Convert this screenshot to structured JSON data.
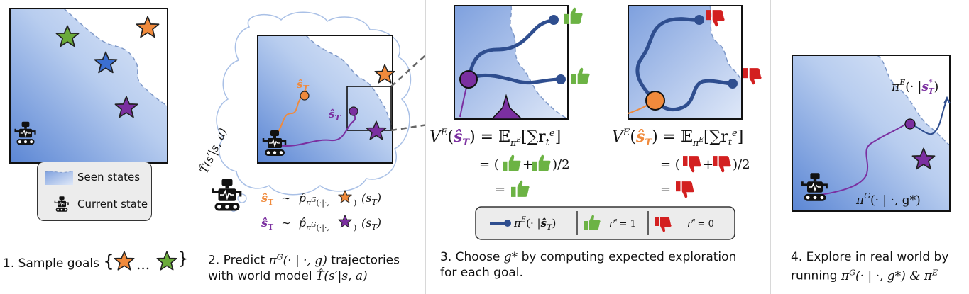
{
  "panel1": {
    "caption_prefix": "1.  Sample goals",
    "caption_set_open": "{",
    "caption_dots": "...",
    "caption_set_close": "}",
    "legend_seen": "Seen states",
    "legend_current": "Current state"
  },
  "panel2": {
    "caption_line1_a": "2. Predict",
    "caption_line1_pi": "π",
    "caption_line1_pi_sup": "G",
    "caption_line1_args": "(· | ·, g)",
    "caption_line1_b": "trajectories",
    "caption_line2_a": "with world model",
    "caption_line2_model": "T̂(s′|s, a)",
    "world_model_label": "T̂(s′|s, a)",
    "shat_label": "ŝ",
    "shat_sub": "T",
    "dist_line_a": "ŝ",
    "dist_line_tilde": "∼",
    "dist_p": "p̂",
    "dist_pi_sub": "π",
    "dist_pi_sup": "G",
    "dist_args": "(·|·,",
    "dist_close": ")",
    "dist_sT": "(s",
    "dist_sT_sub": "T",
    "dist_sT_close": ")"
  },
  "panel3": {
    "caption_line1_a": "3. Choose",
    "caption_gstar": "g*",
    "caption_line1_b": "by computing expected exploration",
    "caption_line2": "for each goal.",
    "value_V": "V",
    "value_V_sup": "E",
    "value_open": "(",
    "value_shat": "ŝ",
    "value_shat_sub": "T",
    "value_close": ") = 𝔼",
    "value_E_sub": "π",
    "value_E_sub_sup": "E",
    "value_sum": "[∑r",
    "value_sum_sub": "t",
    "value_sum_sup": "e",
    "value_sum_close": "]",
    "eq_avg_open": "= (",
    "eq_plus": "+",
    "eq_avg_close": ")/2",
    "eq_equals": "=",
    "legend_policy": "π",
    "legend_policy_sup": "E",
    "legend_policy_args": "(· |",
    "legend_policy_shat": "ŝ",
    "legend_policy_shat_sub": "T",
    "legend_policy_close": ")",
    "legend_r1": "r",
    "legend_r1_sup": "e",
    "legend_r1_val": "= 1",
    "legend_r0": "r",
    "legend_r0_sup": "e",
    "legend_r0_val": "= 0"
  },
  "panel4": {
    "caption_line1": "4. Explore  in real world by",
    "caption_line2_a": "running",
    "caption_line2_pi": "π",
    "caption_line2_pi_sup": "G",
    "caption_line2_args": "(· | ·, g*) &",
    "caption_line2_pi2": "π",
    "caption_line2_pi2_sup": "E",
    "policy_E_label": "π",
    "policy_E_sup": "E",
    "policy_E_args": "(· |",
    "policy_E_s": "s",
    "policy_E_s_sup": "*",
    "policy_E_s_sub": "T",
    "policy_E_close": ")",
    "policy_G_label": "π",
    "policy_G_sup": "G",
    "policy_G_args": "(· | ·, g*)"
  },
  "colors": {
    "orange": "#f08a3c",
    "purple": "#7b2fa0",
    "green": "#6aaa3a",
    "blue": "#3b6fd0",
    "thumb_green": "#6cb344",
    "thumb_red": "#d32020",
    "traj_blue": "#2f4e8f",
    "region_blue": "#a9c2ea"
  }
}
